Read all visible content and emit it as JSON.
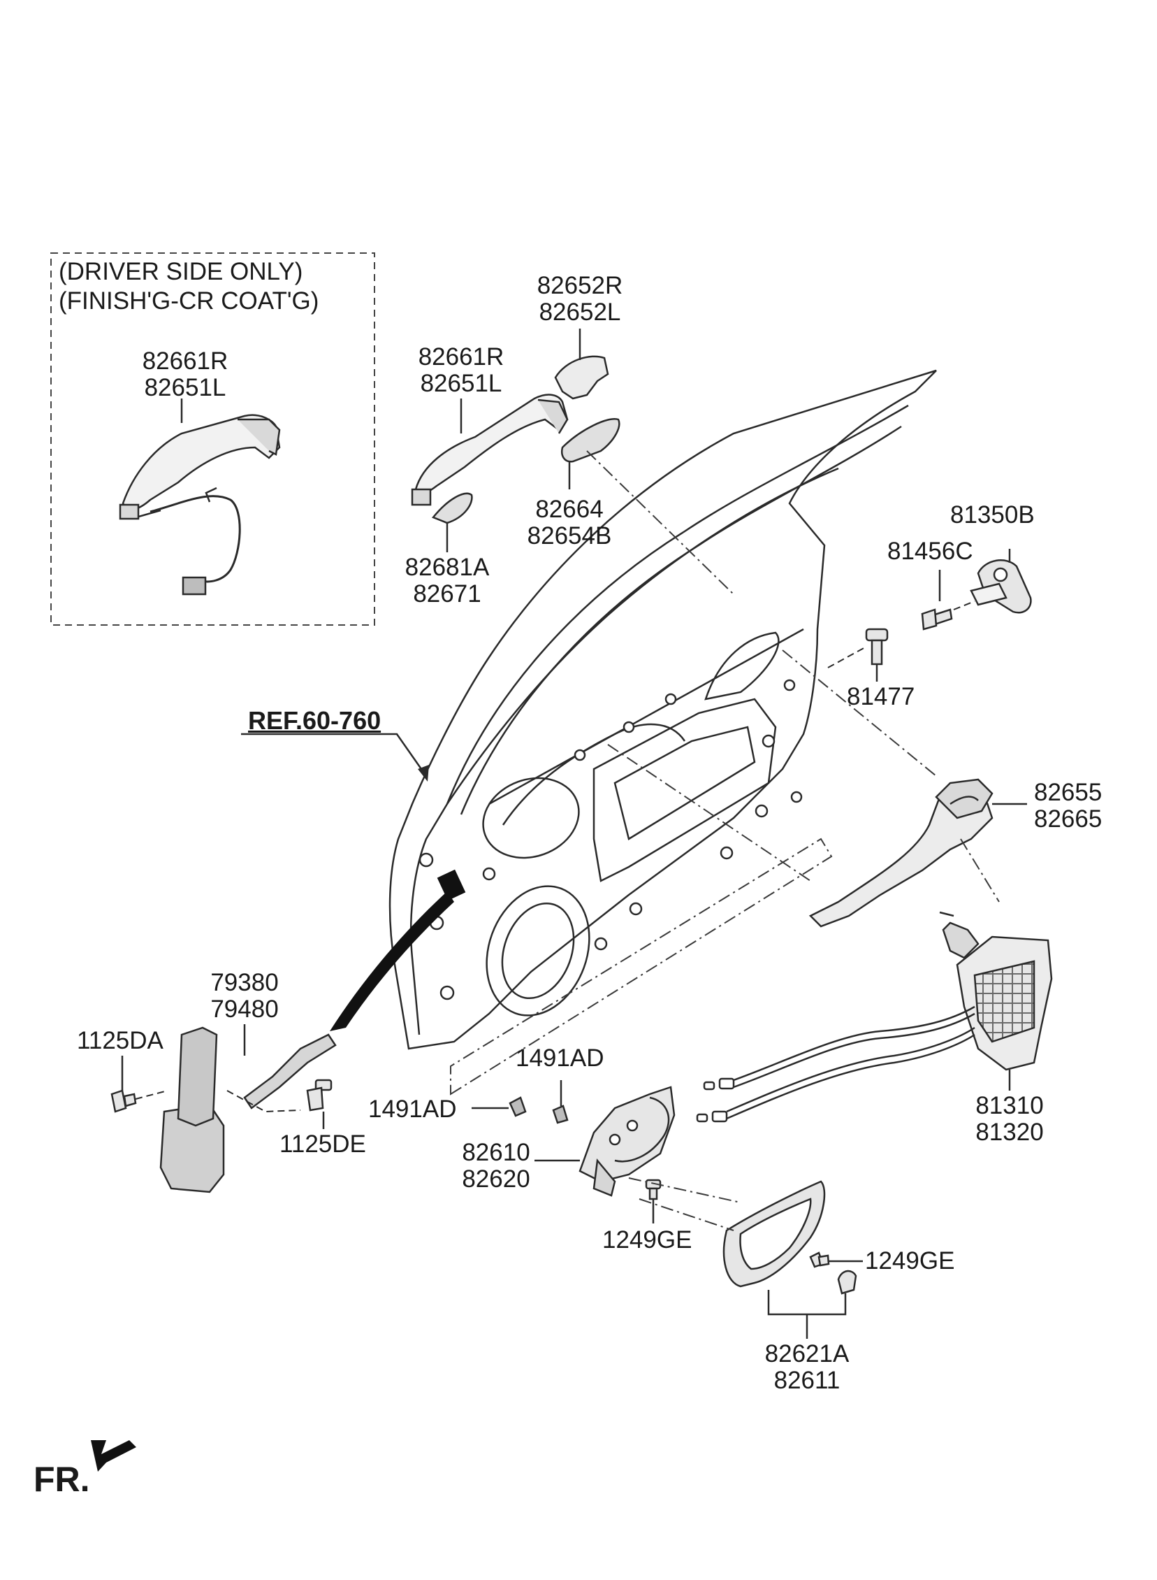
{
  "note": {
    "line1": "(DRIVER SIDE ONLY)",
    "line2": "(FINISH'G-CR COAT'G)"
  },
  "labels": {
    "p82661R_a": "82661R",
    "p82651L_a": "82651L",
    "p82661R_b": "82661R",
    "p82651L_b": "82651L",
    "p82652R": "82652R",
    "p82652L": "82652L",
    "p82664": "82664",
    "p82654B": "82654B",
    "p82681A": "82681A",
    "p82671": "82671",
    "p81350B": "81350B",
    "p81456C": "81456C",
    "p81477": "81477",
    "ref": "REF.60-760",
    "p82655": "82655",
    "p82665": "82665",
    "p79380": "79380",
    "p79480": "79480",
    "p1125DA": "1125DA",
    "p1125DE": "1125DE",
    "p1491AD_a": "1491AD",
    "p1491AD_b": "1491AD",
    "p82610": "82610",
    "p82620": "82620",
    "p81310": "81310",
    "p81320": "81320",
    "p1249GE_a": "1249GE",
    "p1249GE_b": "1249GE",
    "p82621A": "82621A",
    "p82611": "82611",
    "fr": "FR."
  },
  "colors": {
    "line": "#2a2a2a",
    "part_fill": "#f2f2f2",
    "part_shade": "#d9d9d9",
    "dark_fill": "#111111"
  }
}
